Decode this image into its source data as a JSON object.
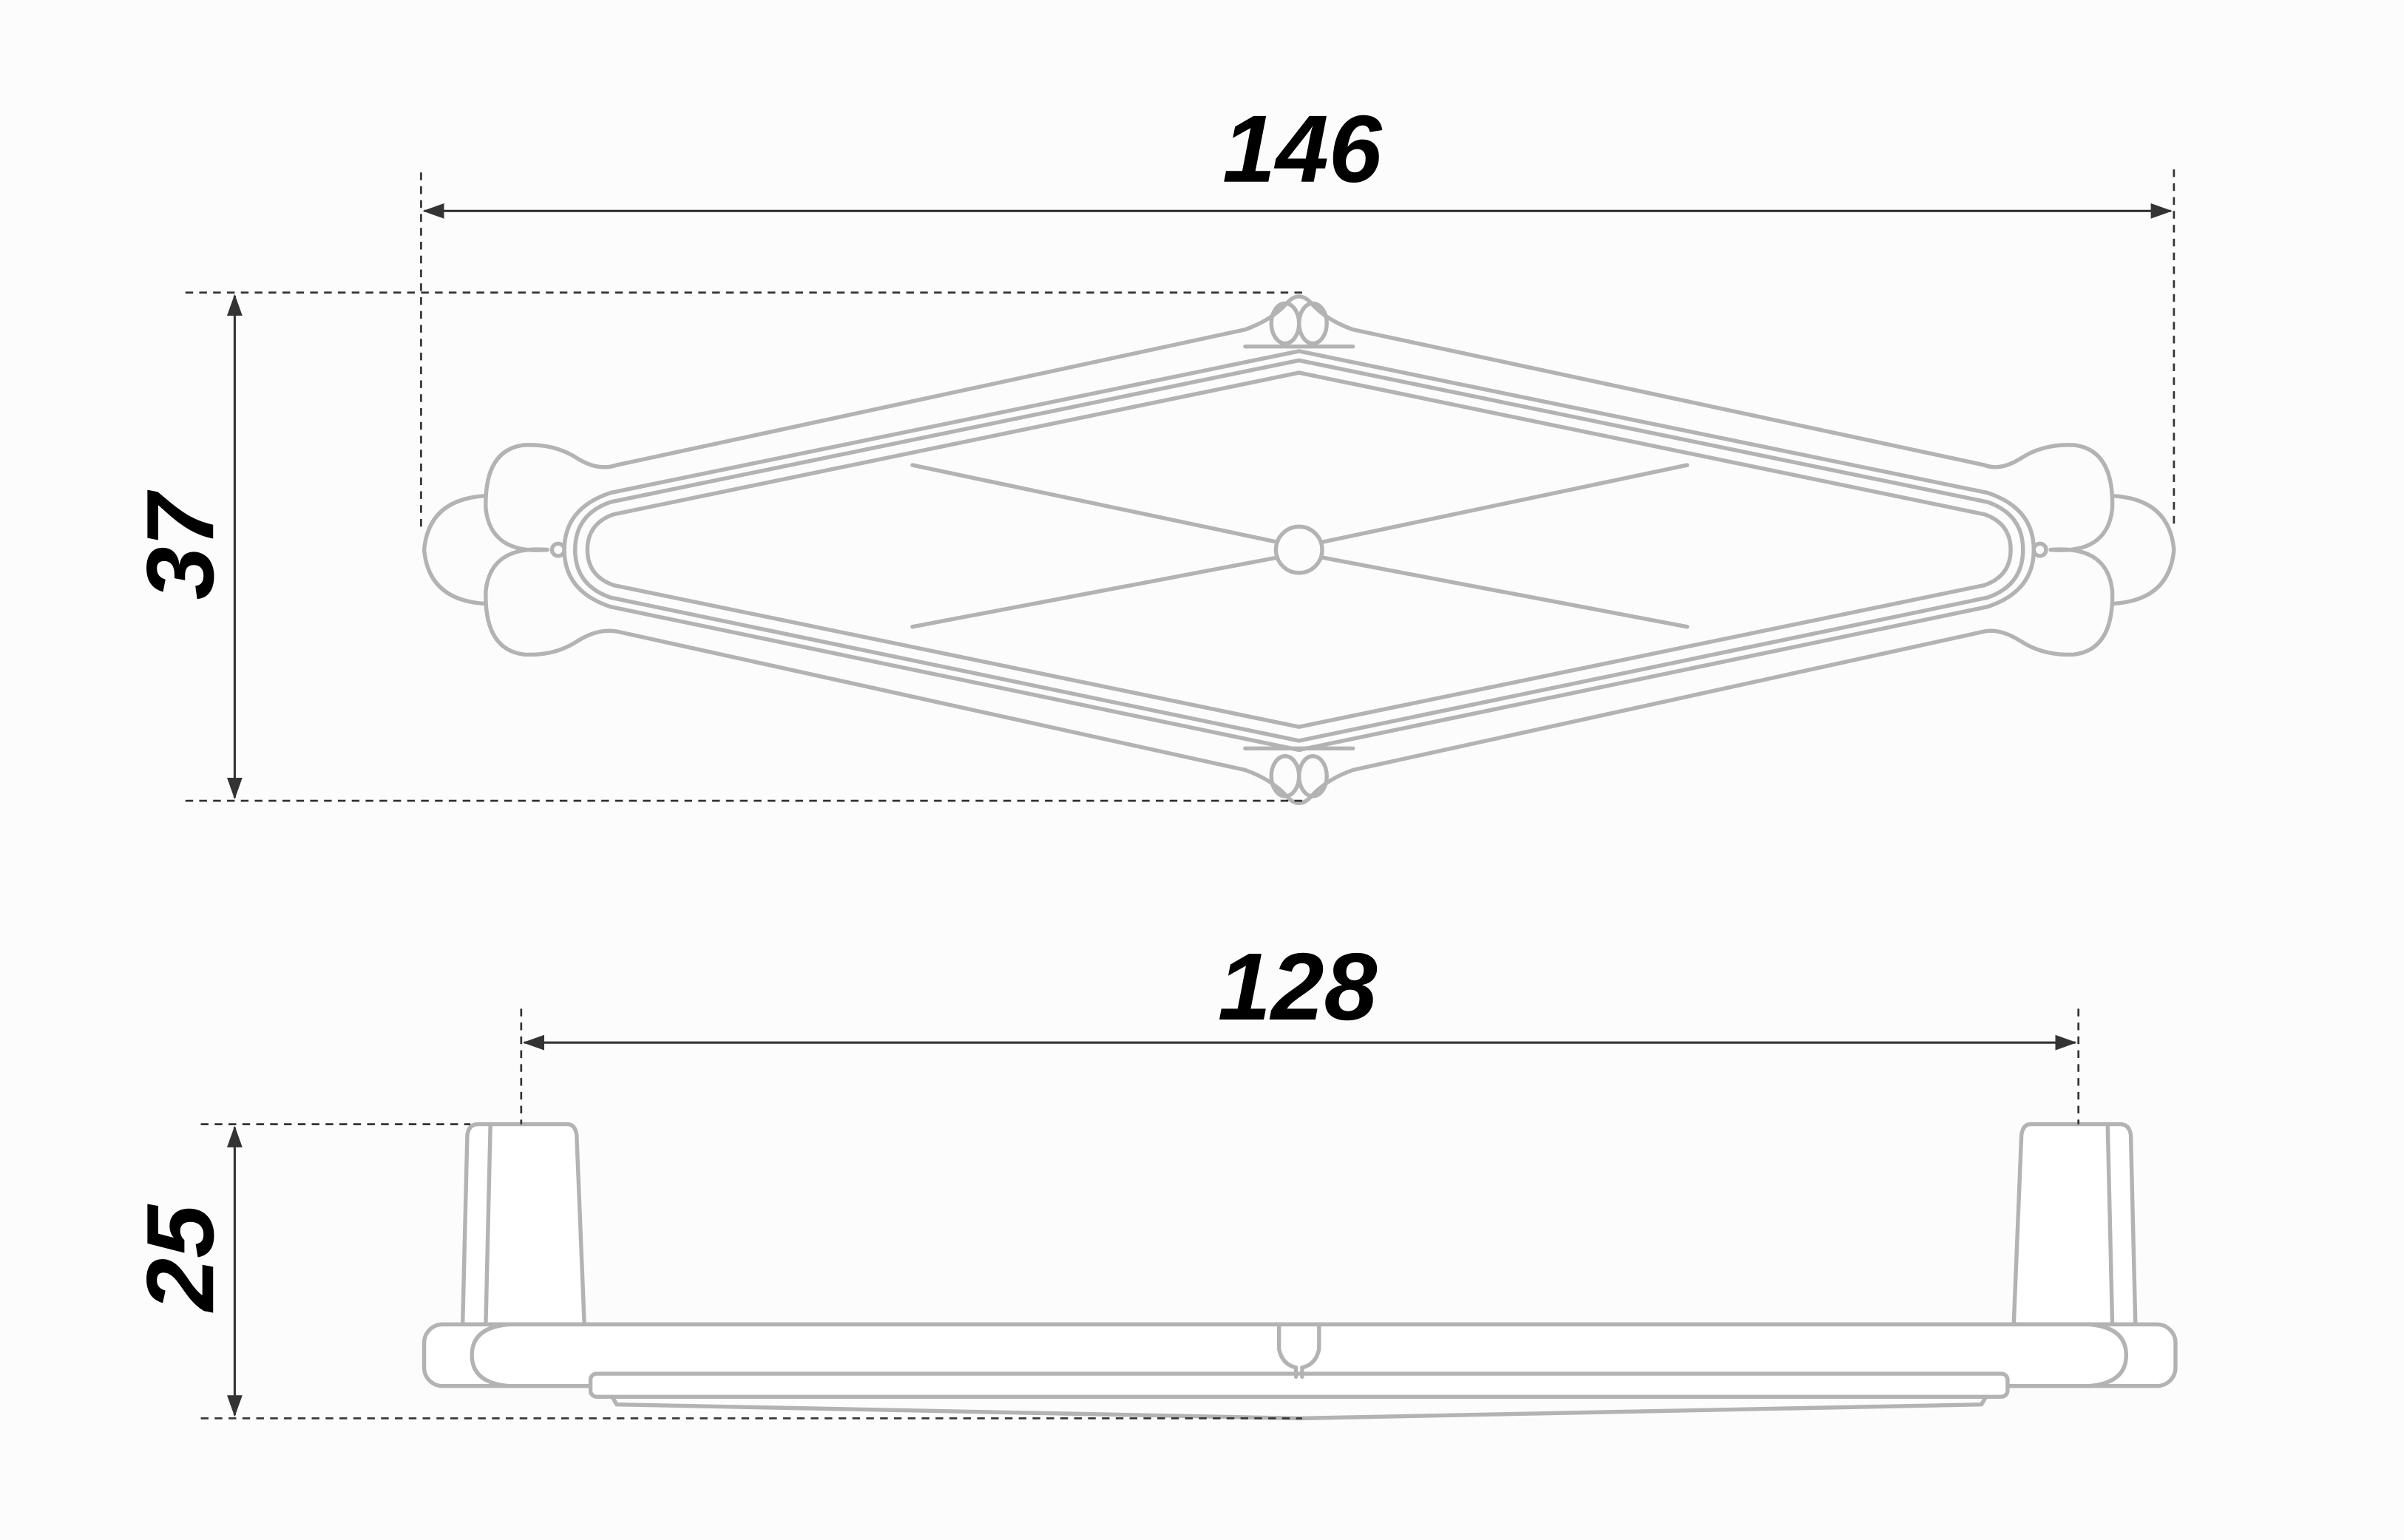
{
  "drawing": {
    "top_view": {
      "length_label": "146",
      "height_label": "37"
    },
    "side_view": {
      "hole_spacing_label": "128",
      "depth_label": "25"
    },
    "colors": {
      "part_outline": "#b3b3b3",
      "dimension_line": "#333333",
      "label": "#000000",
      "background": "#fcfcfc"
    }
  }
}
